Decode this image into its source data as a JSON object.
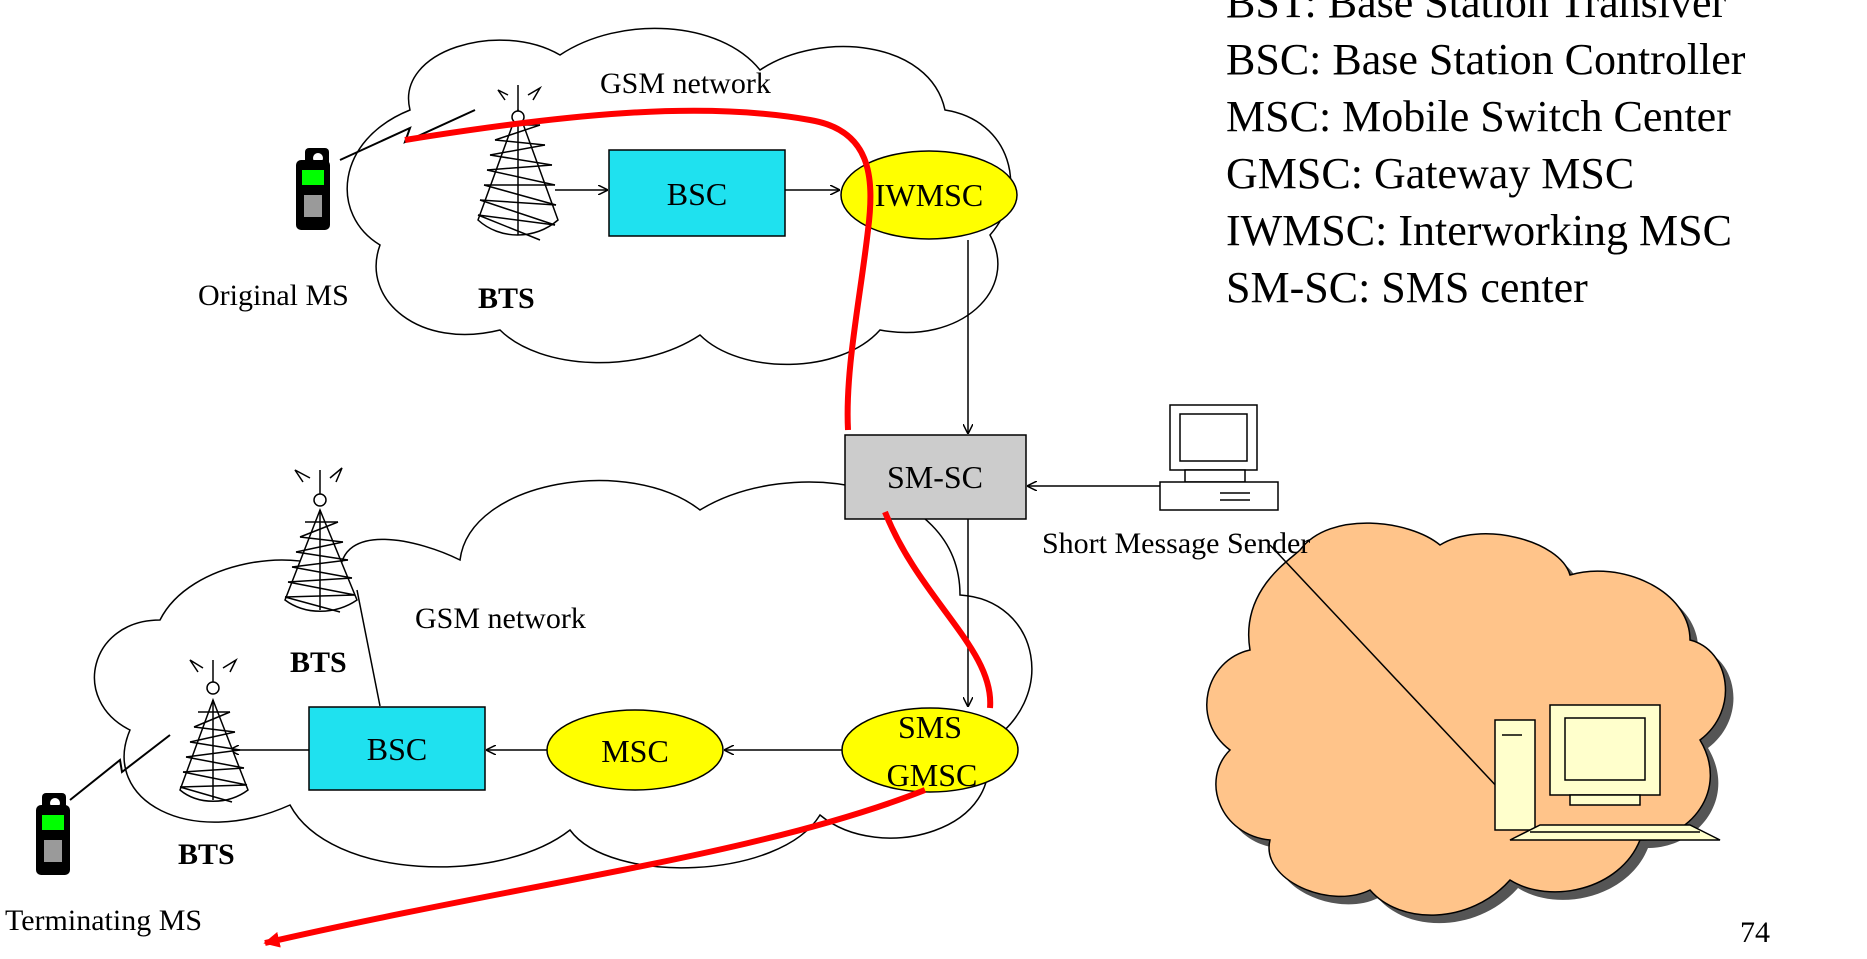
{
  "labels": {
    "gsm_network_top": "GSM network",
    "gsm_network_bottom": "GSM network",
    "original_ms": "Original MS",
    "terminating_ms": "Terminating MS",
    "bts": "BTS",
    "bsc": "BSC",
    "iwmsc": "IWMSC",
    "sm_sc": "SM-SC",
    "msc": "MSC",
    "sms_gmsc_line1": "SMS",
    "sms_gmsc_line2": "GMSC",
    "short_message_sender": "Short Message Sender",
    "page_number": "74"
  },
  "legend": [
    "BST: Base Station Transiver",
    "BSC: Base Station Controller",
    "MSC: Mobile Switch Center",
    "GMSC: Gateway MSC",
    "IWMSC: Interworking MSC",
    "SM-SC: SMS center"
  ],
  "colors": {
    "bsc_fill": "#1fe1ef",
    "msc_fill": "#ffff00",
    "smsc_fill": "#cccccc",
    "internet_cloud_fill": "#ffc48a",
    "route_line": "#ff0000",
    "phone_screen": "#00ff00",
    "computer_fill": "#ffffcc"
  }
}
